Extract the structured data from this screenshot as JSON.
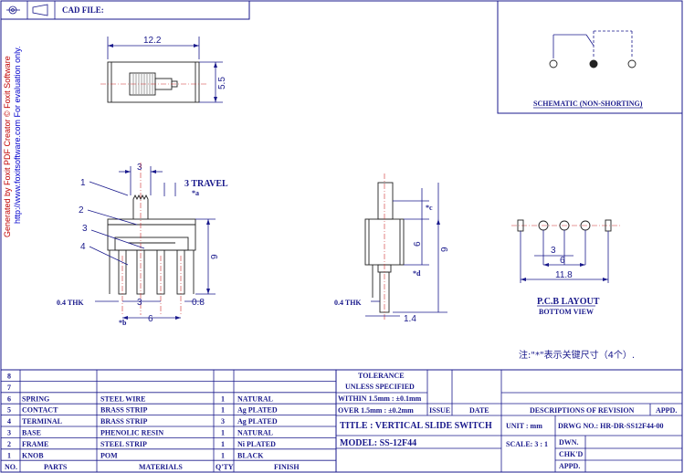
{
  "header": {
    "cad_file_label": "CAD FILE:"
  },
  "watermark": {
    "line1": "Generated by Foxit PDF Creator © Foxit Software",
    "line2": "http://www.foxitsoftware.com   For evaluation only."
  },
  "schematic": {
    "title": "SCHEMATIC (NON-SHORTING)"
  },
  "top_view": {
    "width_dim": "12.2",
    "height_dim": "5.5"
  },
  "front_view": {
    "dim_top": "3",
    "travel": "3 TRAVEL",
    "travel_note": "*a",
    "label_1": "1",
    "label_2": "2",
    "label_3": "3",
    "label_4": "4",
    "height_dim": "9",
    "thk": "0.4 THK",
    "pin_dim_3": "3",
    "pin_dim_08": "0.8",
    "bottom_dim": "6",
    "note_b": "*b"
  },
  "side_view": {
    "note_c": "*c",
    "dim_6": "6",
    "dim_9": "9",
    "note_d": "*d",
    "thk": "0.4 THK",
    "dim_14": "1.4"
  },
  "pcb": {
    "dim_3": "3",
    "dim_6": "6",
    "dim_118": "11.8",
    "title1": "P.C.B LAYOUT",
    "title2": "BOTTOM VIEW"
  },
  "note": "注:\"*\"表示关键尺寸（4个）.",
  "parts_table": {
    "headers": {
      "no": "NO.",
      "parts": "PARTS",
      "materials": "MATERIALS",
      "qty": "Q'TY",
      "finish": "FINISH"
    },
    "rows": [
      {
        "no": "8",
        "parts": "",
        "material": "",
        "qty": "",
        "finish": ""
      },
      {
        "no": "7",
        "parts": "",
        "material": "",
        "qty": "",
        "finish": ""
      },
      {
        "no": "6",
        "parts": "SPRING",
        "material": "STEEL WIRE",
        "qty": "1",
        "finish": "NATURAL"
      },
      {
        "no": "5",
        "parts": "CONTACT",
        "material": "BRASS STRIP",
        "qty": "1",
        "finish": "Ag PLATED"
      },
      {
        "no": "4",
        "parts": "TERMINAL",
        "material": "BRASS STRIP",
        "qty": "3",
        "finish": "Ag PLATED"
      },
      {
        "no": "3",
        "parts": "BASE",
        "material": "PHENOLIC RESIN",
        "qty": "1",
        "finish": "NATURAL"
      },
      {
        "no": "2",
        "parts": "FRAME",
        "material": "STEEL STRIP",
        "qty": "1",
        "finish": "Ni PLATED"
      },
      {
        "no": "1",
        "parts": "KNOB",
        "material": "POM",
        "qty": "1",
        "finish": "BLACK"
      }
    ]
  },
  "title_block": {
    "tolerance": "TOLERANCE",
    "unless": "UNLESS SPECIFIED",
    "within": "WITHIN 1.5mm : ±0.1mm",
    "over": "OVER 1.5mm : ±0.2mm",
    "issue": "ISSUE",
    "date": "DATE",
    "desc": "DESCRIPTIONS OF REVISION",
    "appd": "APPD.",
    "title": "TITLE : VERTICAL SLIDE SWITCH",
    "unit": "UNIT : mm",
    "drwg": "DRWG NO.: HR-DR-SS12F44-00",
    "model": "MODEL: SS-12F44",
    "scale": "SCALE: 3 : 1",
    "dwn": "DWN.",
    "chkd": "CHK'D",
    "appd2": "APPD."
  }
}
